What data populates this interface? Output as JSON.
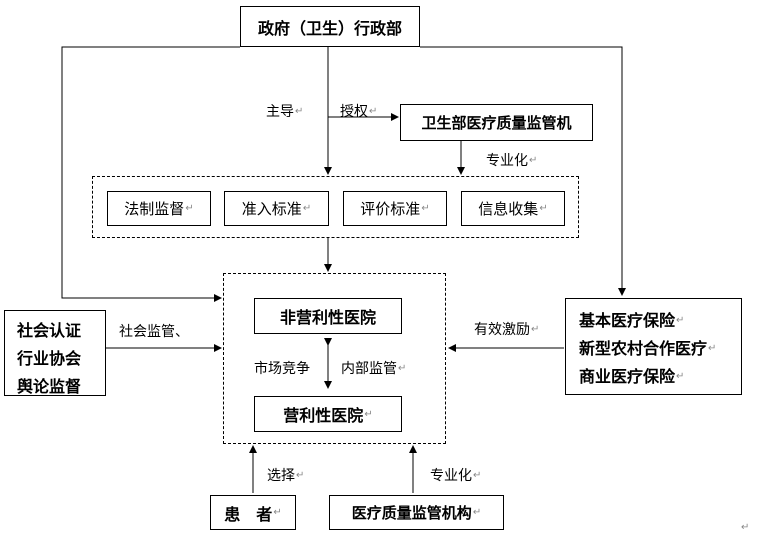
{
  "nodes": {
    "gov": "政府（卫生）行政部",
    "moh_qc": "卫生部医疗质量监管机",
    "law": "法制监督",
    "access": "准入标准",
    "eval": "评价标准",
    "info": "信息收集",
    "nonprofit": "非营利性医院",
    "profit": "营利性医院",
    "social_lines": [
      "社会认证",
      "行业协会",
      "舆论监督"
    ],
    "insurance_lines": [
      "基本医疗保险",
      "新型农村合作医疗",
      "商业医疗保险"
    ],
    "patient": "患　者",
    "qc_org": "医疗质量监管机构"
  },
  "labels": {
    "lead": "主导",
    "authorize": "授权",
    "professional_top": "专业化",
    "social_supervise": "社会监管、",
    "incentive": "有效激励",
    "competition": "市场竞争",
    "internal": "内部监管",
    "choose": "选择",
    "professional_bottom": "专业化"
  },
  "paragraph_mark": "↵"
}
